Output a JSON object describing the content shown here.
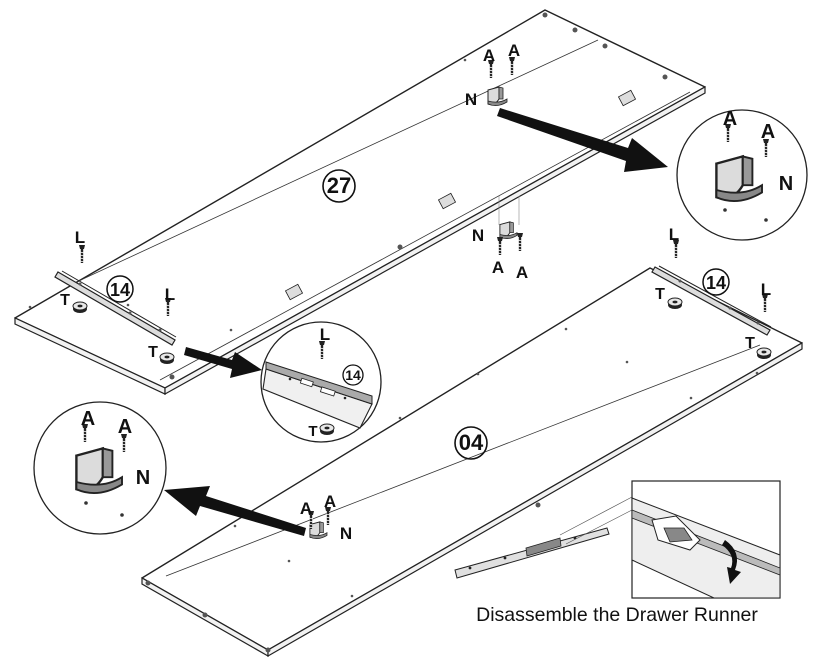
{
  "parts": {
    "panel_top": "27",
    "panel_bottom": "04",
    "runner_left": "14",
    "runner_right": "14",
    "runner_detail": "14"
  },
  "hardware": {
    "screw_a": "A",
    "bracket_n": "N",
    "screw_l": "L",
    "cap_t": "T"
  },
  "caption": "Disassemble the Drawer Runner",
  "colors": {
    "line": "#222222",
    "arrow": "#111111",
    "paper": "#ffffff"
  }
}
